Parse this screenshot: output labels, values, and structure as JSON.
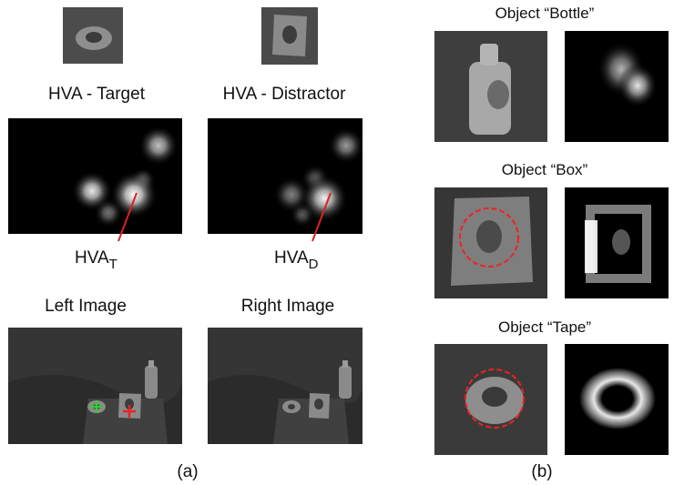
{
  "panel_a": {
    "hva_target_title": "HVA - Target",
    "hva_distractor_title": "HVA - Distractor",
    "hva_t_main": "HVA",
    "hva_t_sub": "T",
    "hva_d_main": "HVA",
    "hva_d_sub": "D",
    "left_image_title": "Left Image",
    "right_image_title": "Right Image",
    "caption": "(a)"
  },
  "panel_b": {
    "bottle_title": "Object “Bottle”",
    "box_title": "Object “Box”",
    "tape_title": "Object “Tape”",
    "caption": "(b)"
  },
  "colors": {
    "pointer_line": "#dd2222",
    "target_marker": "#33cc33",
    "distractor_marker": "#ee2222",
    "roi_circle": "#ee2222"
  }
}
